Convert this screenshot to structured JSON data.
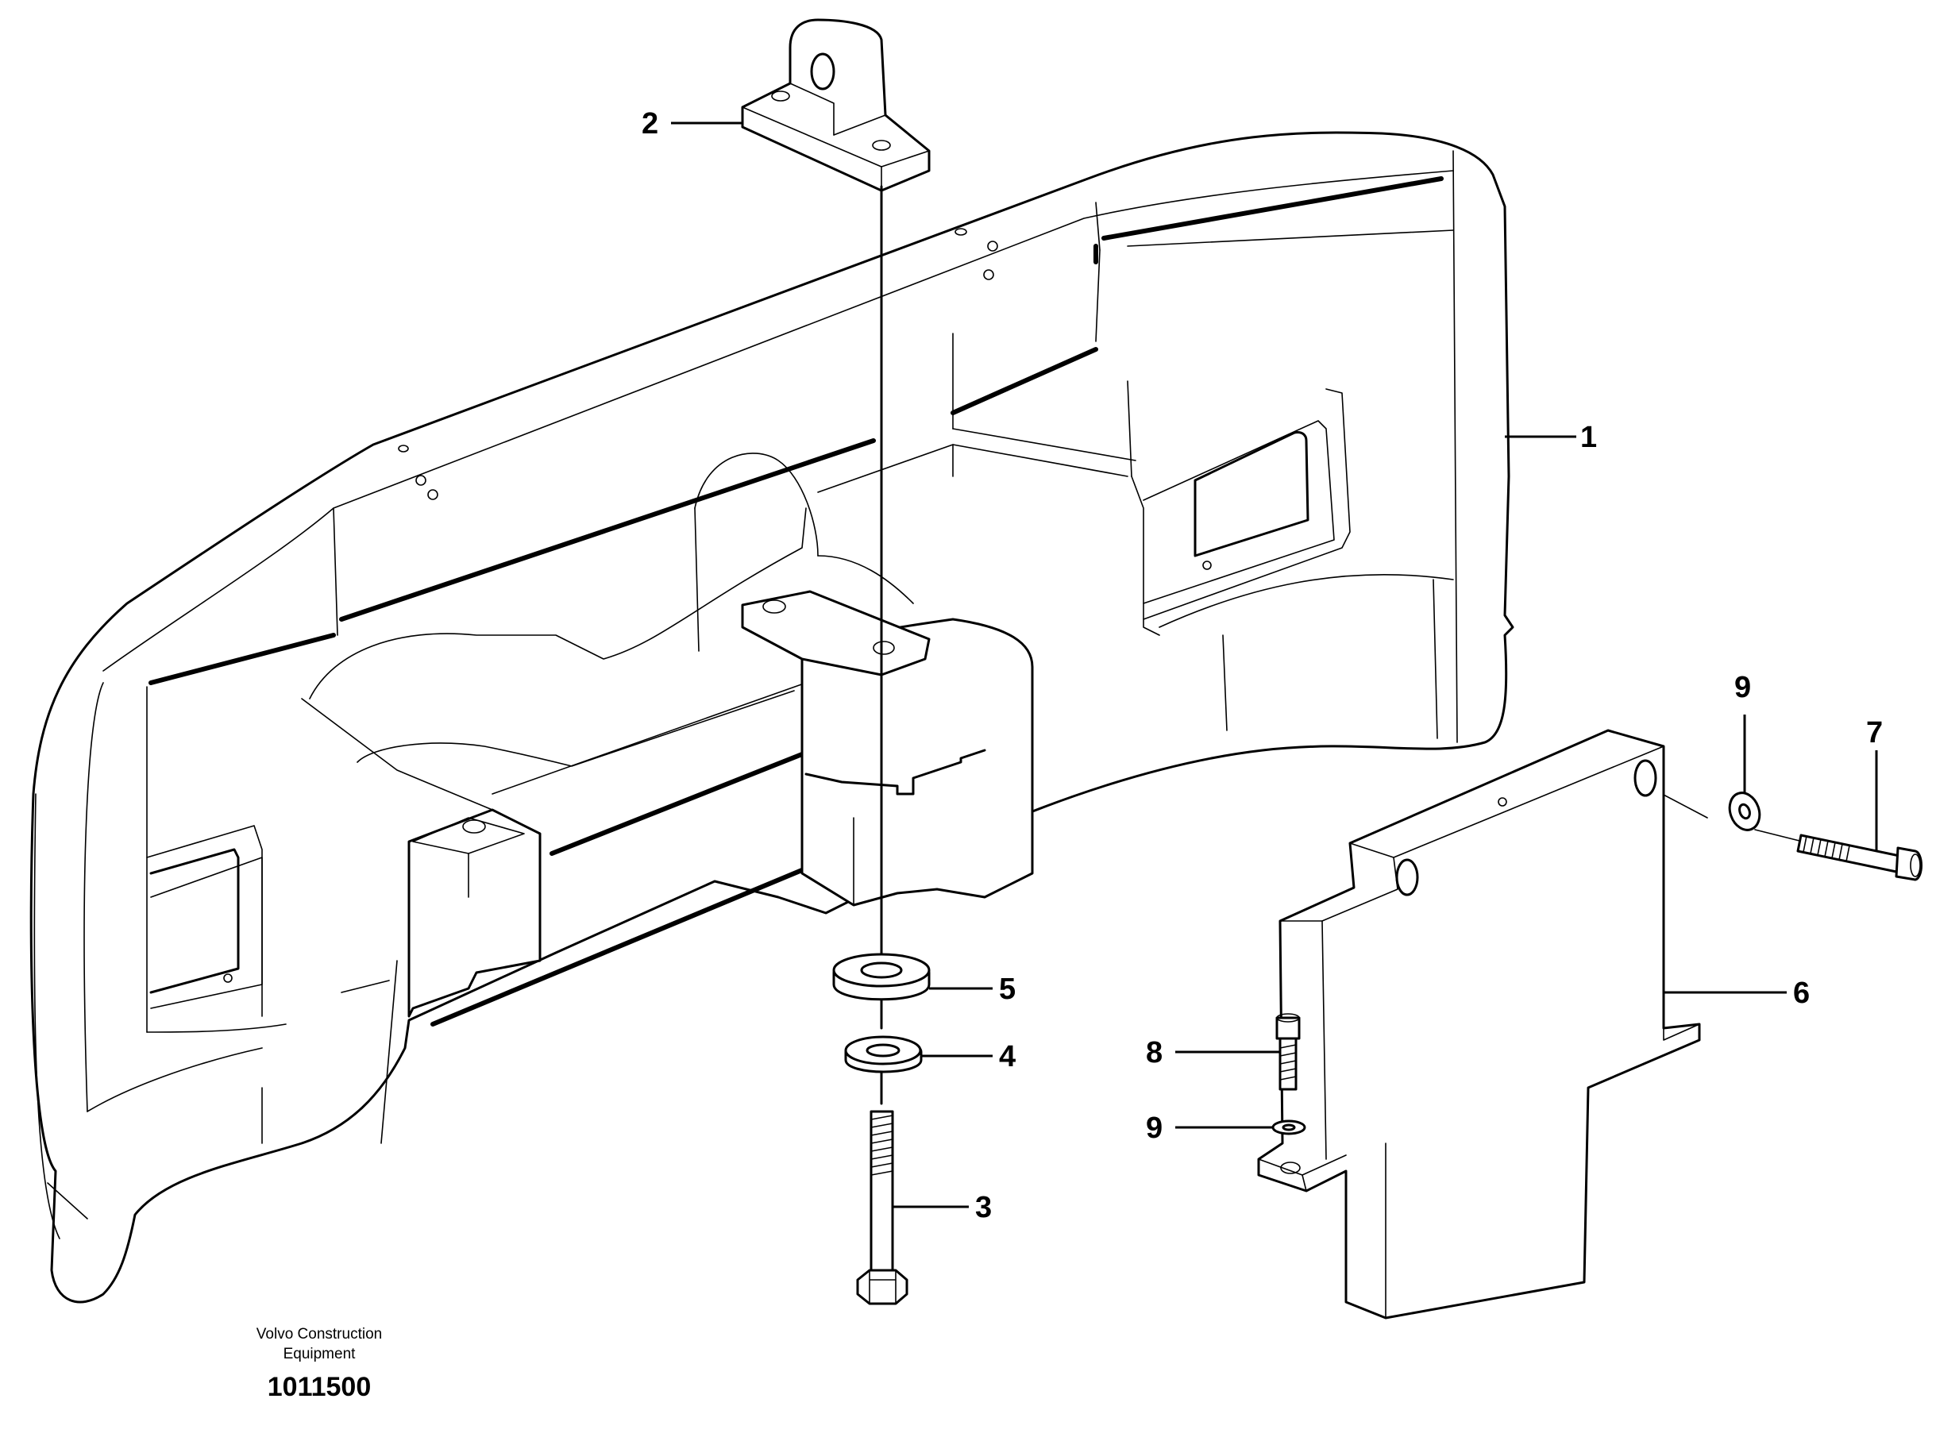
{
  "callouts": {
    "c1": "1",
    "c2": "2",
    "c3": "3",
    "c4": "4",
    "c5": "5",
    "c6": "6",
    "c7": "7",
    "c8": "8",
    "c9a": "9",
    "c9b": "9"
  },
  "footer": {
    "company_line1": "Volvo Construction",
    "company_line2": "Equipment",
    "drawing_number": "1011500"
  }
}
